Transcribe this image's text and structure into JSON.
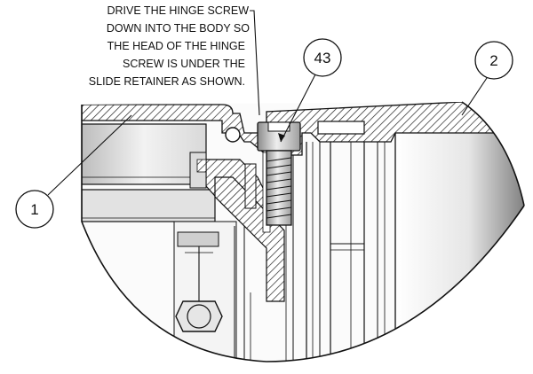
{
  "note": {
    "lines": [
      "DRIVE THE HINGE SCREW",
      "DOWN INTO THE BODY SO",
      "THE HEAD OF THE HINGE",
      "SCREW IS UNDER THE",
      "SLIDE RETAINER AS SHOWN."
    ]
  },
  "callouts": [
    {
      "id": "1",
      "label": "1"
    },
    {
      "id": "43",
      "label": "43"
    },
    {
      "id": "2",
      "label": "2"
    }
  ],
  "colors": {
    "line": "#111111",
    "hatch": "#222222",
    "fill_light": "#e9e9e9",
    "fill_mid": "#cfcfcf",
    "fill_dark": "#9a9a9a"
  }
}
